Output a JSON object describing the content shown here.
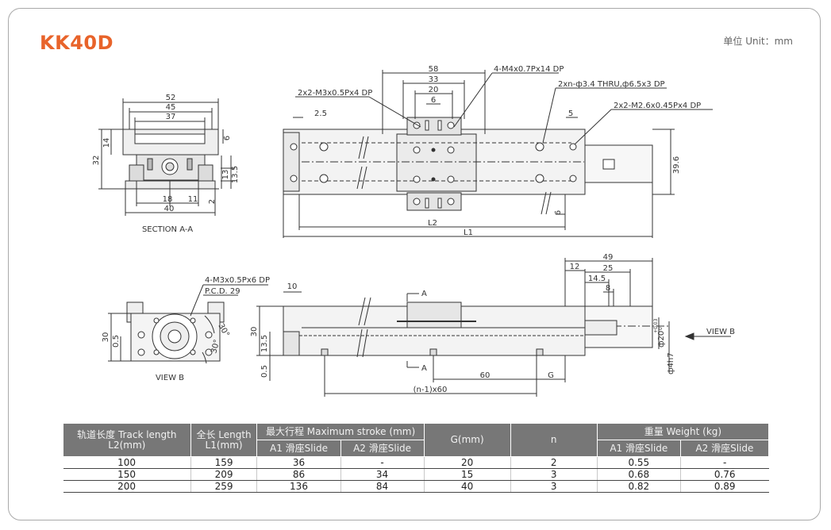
{
  "header": {
    "title": "KK40D",
    "unit": "单位 Unit：mm"
  },
  "section_view": {
    "dims": {
      "d52": "52",
      "d45": "45",
      "d37": "37",
      "d14": "14",
      "d32": "32",
      "d6": "6",
      "d13": "13",
      "d13_5": "13.5",
      "d18": "18",
      "d11": "11",
      "d40": "40",
      "d2": "2"
    },
    "caption": "SECTION A-A"
  },
  "top_view": {
    "notes": {
      "m3": "2x2-M3x0.5Px4 DP",
      "m4": "4-M4x0.7Px14 DP",
      "thru": "2xn-ф3.4 THRU,ф6.5x3 DP",
      "m26": "2x2-M2.6x0.45Px4 DP"
    },
    "dims": {
      "d58": "58",
      "d33": "33",
      "d20": "20",
      "d6": "6",
      "d2_5": "2.5",
      "d5": "5",
      "d39_6": "39.6",
      "dr6": "6",
      "l2": "L2",
      "l1": "L1"
    }
  },
  "view_b": {
    "notes": {
      "m3": "4-M3x0.5Px6 DP",
      "pcd": "P.C.D. 29"
    },
    "dims": {
      "d30": "30",
      "d0_5": "0.5",
      "a30a": "30°",
      "a30b": "30°"
    },
    "caption": "VIEW B"
  },
  "side_view": {
    "dims": {
      "d49": "49",
      "d12": "12",
      "d25": "25",
      "d14_5": "14.5",
      "d8": "8",
      "d10": "10",
      "d30": "30",
      "d13_5": "13.5",
      "d0_5": "0.5",
      "d60": "60",
      "g": "G",
      "n60": "(n-1)x60",
      "phi20": "ф20",
      "tol_up": "+0.03",
      "tol_dn": "0",
      "phi4": "ф4h7"
    },
    "sec_a1": "A",
    "sec_a2": "A",
    "arrow_label": "VIEW B"
  },
  "table": {
    "head": {
      "track": "轨道长度 Track length L2(mm)",
      "full": "全长 Length L1(mm)",
      "stroke": "最大行程 Maximum stroke (mm)",
      "g": "G(mm)",
      "n": "n",
      "weight": "重量 Weight (kg)",
      "a1": "A1 滑座Slide",
      "a2": "A2 滑座Slide",
      "wa1": "A1 滑座Slide",
      "wa2": "A2 滑座Slide"
    },
    "rows": [
      [
        "100",
        "159",
        "36",
        "-",
        "20",
        "2",
        "0.55",
        "-"
      ],
      [
        "150",
        "209",
        "86",
        "34",
        "15",
        "3",
        "0.68",
        "0.76"
      ],
      [
        "200",
        "259",
        "136",
        "84",
        "40",
        "3",
        "0.82",
        "0.89"
      ]
    ]
  }
}
